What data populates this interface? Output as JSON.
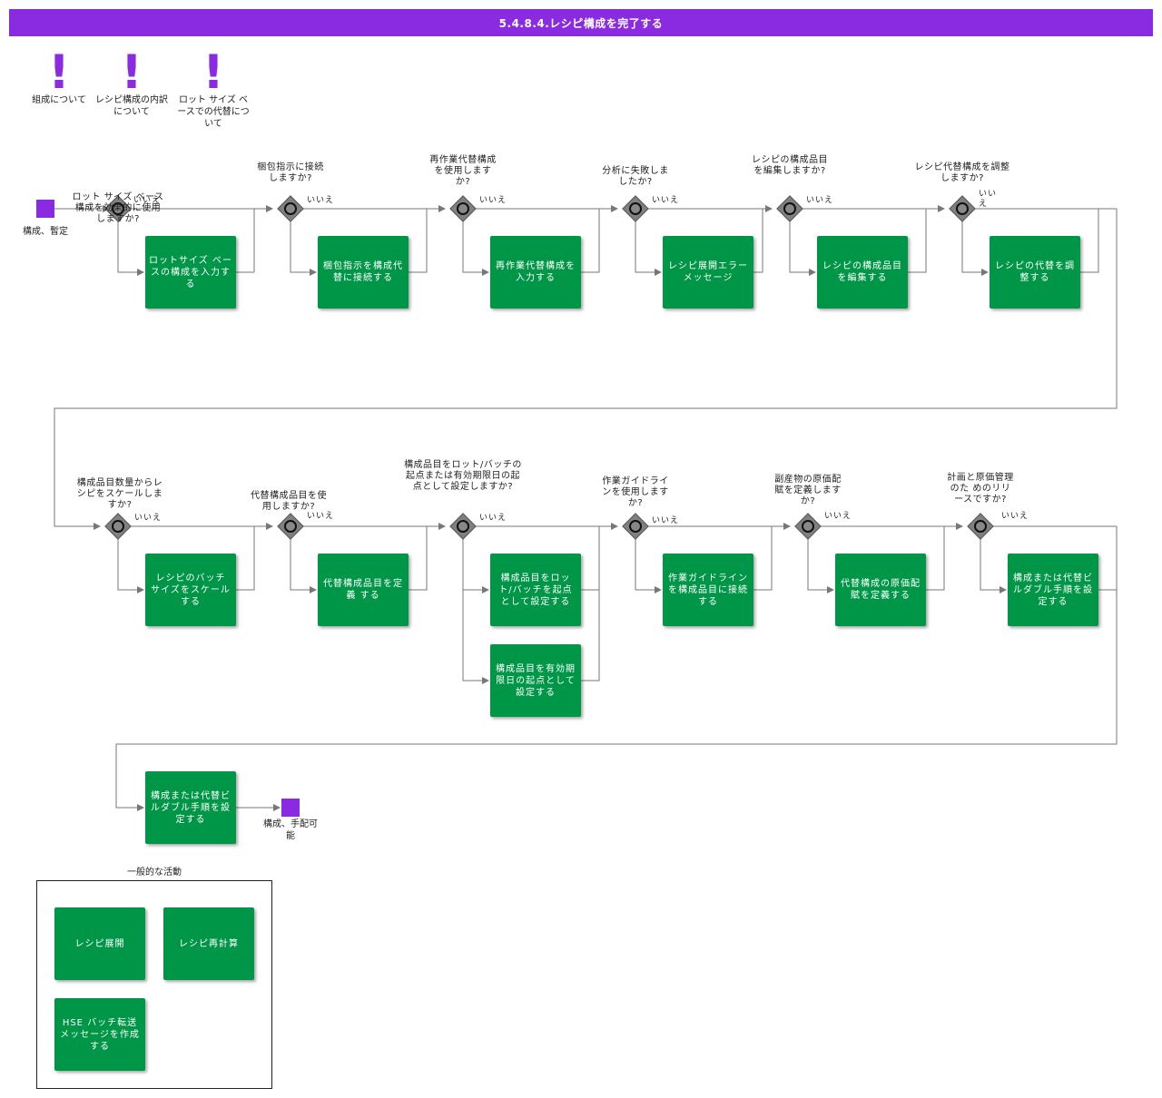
{
  "title": "5.4.8.4.レシピ構成を完了する",
  "notes": [
    "組成について",
    "レシピ構成の内訳について",
    "ロット サイズ ベースでの代替について"
  ],
  "start_event": "構成、暫定",
  "end_event": "構成、手配可能",
  "no_label": "いいえ",
  "no_label_split": "いい え",
  "row1": {
    "questions": [
      "ロット サイズ ベース構成を効果的に使用しますか?",
      "梱包指示に接続しますか?",
      "再作業代替構成を使用しますか?",
      "分析に失敗しましたか?",
      "レシピの構成品目を編集しますか?",
      "レシピ代替構成を調整しますか?"
    ],
    "tasks": [
      "ロットサイズ ベースの構成を入力する",
      "梱包指示を構成代替に接続する",
      "再作業代替構成を入力する",
      "レシピ展開エラー メッセージ",
      "レシピの構成品目を編集する",
      "レシピの代替を調整する"
    ]
  },
  "row2": {
    "questions": [
      "構成品目数量からレシピをスケールしますか?",
      "代替構成品目を使用しますか?",
      "構成品目をロット/バッチの 起点または有効期限日の起 点として設定しますか?",
      "作業ガイドラインを使用しますか?",
      "副産物の原価配賦を定義しますか?",
      "計画と原価管理のた めのリリースですか?"
    ],
    "tasks": [
      "レシピのバッチ サイズをスケールする",
      "代替構成品目を定義 する",
      "構成品目をロット/バッチを起点として設定する",
      "作業ガイドラインを構成品目に接続する",
      "代替構成の原価配賦を定義する",
      "構成または代替ビルダブル手順を設定する"
    ],
    "extra_task": "構成品目を有効期限日の起点として設定する"
  },
  "row3": {
    "task": "構成または代替ビルダブル手順を設定する"
  },
  "legend": {
    "title": "一般的な活動",
    "items": [
      "レシピ展開",
      "レシピ再計算",
      "HSE バッチ転送メッセージを作成する"
    ]
  },
  "colors": {
    "header": "#8a2be2",
    "task": "#009647",
    "event": "#8a2be2",
    "gateway": "#808080"
  }
}
